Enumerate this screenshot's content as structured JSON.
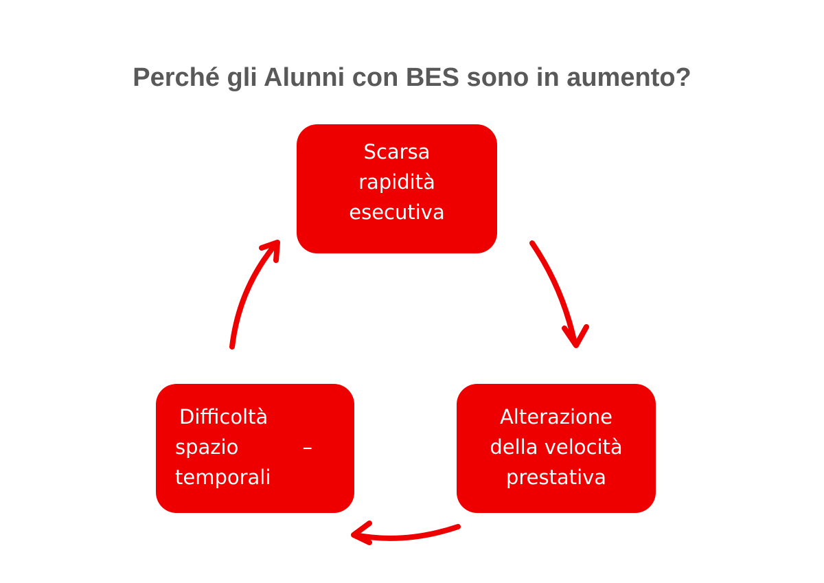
{
  "title": "Perché gli Alunni con BES sono in aumento?",
  "colors": {
    "box_fill": "#ee0000",
    "arrow": "#ee0000",
    "title_text": "#595959",
    "box_text": "#ffffff"
  },
  "nodes": {
    "top": {
      "lines": [
        "Scarsa",
        "rapidità",
        "esecutiva"
      ]
    },
    "right": {
      "lines": [
        "Alterazione",
        "della velocità",
        "prestativa"
      ]
    },
    "left": {
      "line1": "Difficoltà",
      "line2_word": "spazio",
      "line2_dash": "–",
      "line3": "temporali"
    }
  },
  "arrows": [
    {
      "from": "top",
      "to": "right",
      "direction": "clockwise"
    },
    {
      "from": "right",
      "to": "left",
      "direction": "clockwise"
    },
    {
      "from": "left",
      "to": "top",
      "direction": "clockwise"
    }
  ]
}
